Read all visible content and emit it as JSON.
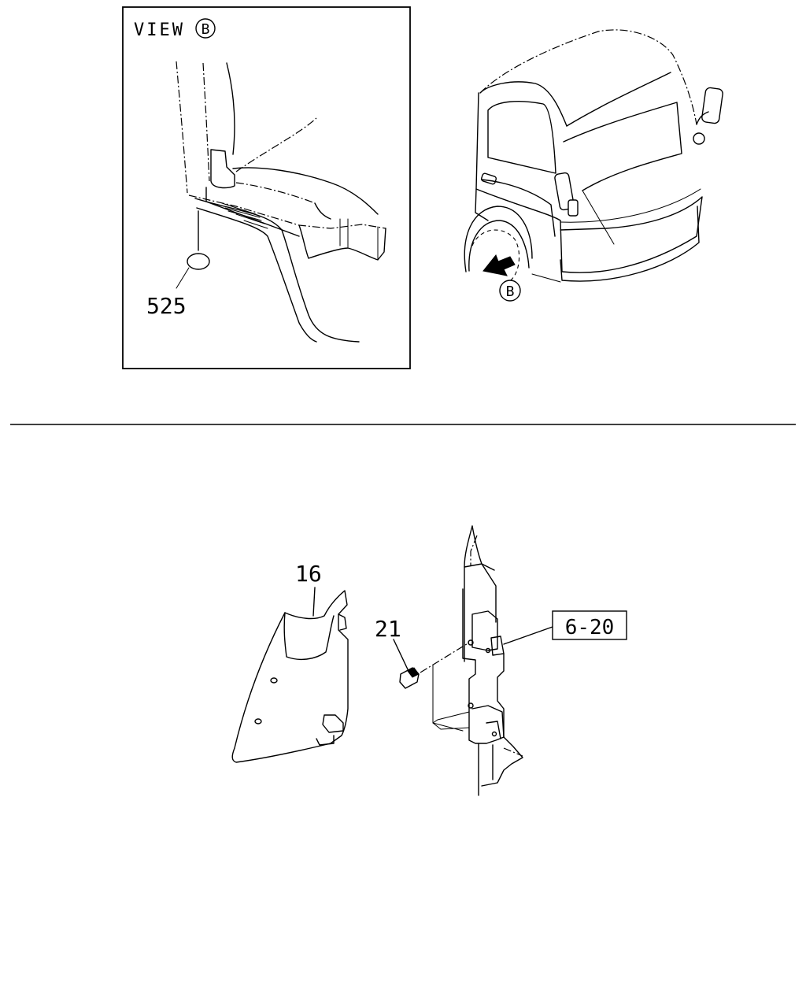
{
  "view_label": "VIEW",
  "view_marker": "B",
  "callouts": {
    "part_525": "525",
    "part_16": "16",
    "part_21": "21",
    "ref_6_20": "6-20"
  },
  "cab_marker": "B"
}
